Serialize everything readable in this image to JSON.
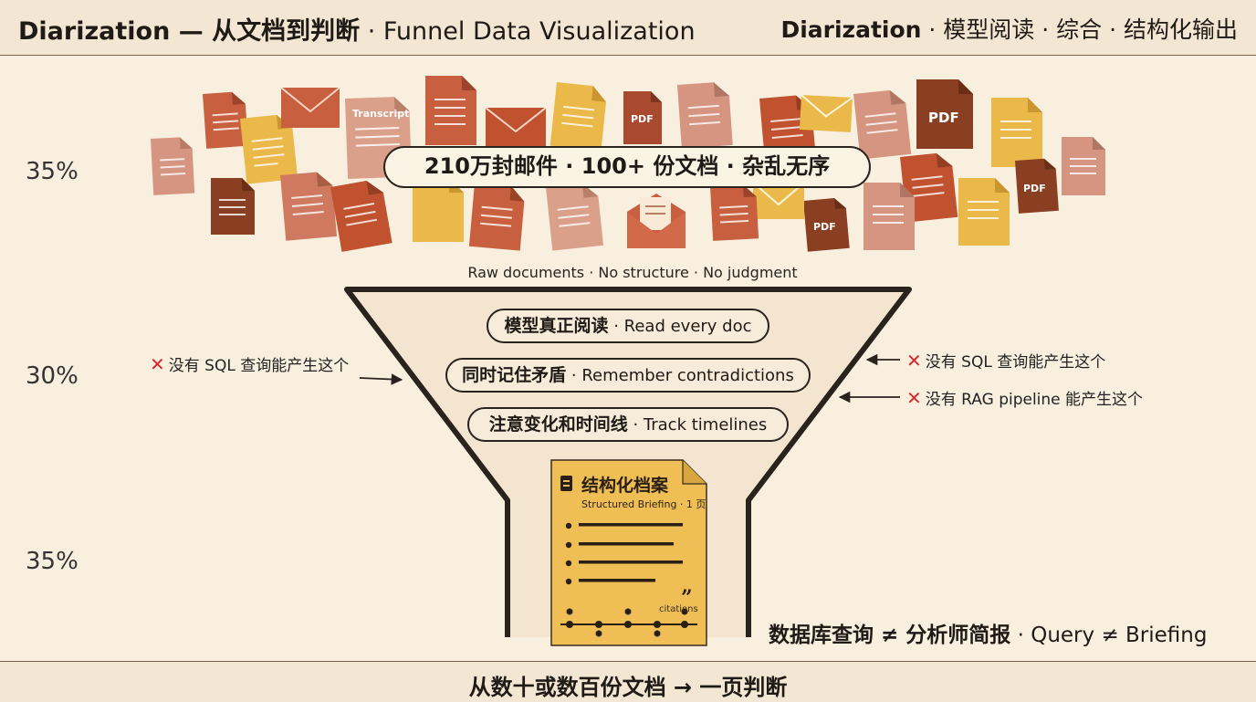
{
  "header": {
    "title_bold": "Diarization — 从文档到判断",
    "title_rest": " · Funnel Data Visualization",
    "right_bold": "Diarization",
    "right_rest": " · 模型阅读 · 综合 · 结构化输出"
  },
  "side_labels": [
    "35%",
    "30%",
    "35%"
  ],
  "top": {
    "banner": "210万封邮件 · 100+ 份文档 · 杂乱无序",
    "caption": "Raw documents · No structure · No judgment",
    "doc_labels": {
      "transcript": "Transcript",
      "pdf": "PDF"
    }
  },
  "funnel": {
    "steps": [
      {
        "zh": "模型真正阅读",
        "en": " · Read every doc"
      },
      {
        "zh": "同时记住矛盾",
        "en": " · Remember contradictions"
      },
      {
        "zh": "注意变化和时间线",
        "en": " · Track timelines"
      }
    ]
  },
  "notes": {
    "left": "没有 SQL 查询能产生这个",
    "right_1": "没有 SQL 查询能产生这个",
    "right_2": "没有 RAG pipeline 能产生这个",
    "mark": "✕"
  },
  "briefing": {
    "title": "结构化档案",
    "subtitle": "Structured Briefing · 1 页",
    "quote": "”",
    "citations": "citations"
  },
  "query_note": {
    "bold": "数据库查询 ≠ 分析师简报",
    "rest": " · Query ≠ Briefing"
  },
  "footer": "从数十或数百份文档 → 一页判断",
  "colors": {
    "background": "#f8efdf",
    "header_bg": "#f3e6d2",
    "doc_red": "#c8603f",
    "doc_rust": "#a94a30",
    "doc_brown": "#8a3f22",
    "doc_pink": "#d59580",
    "doc_yellow": "#eab94a",
    "briefing_fill": "#efbf55",
    "cross_red": "#d8282c"
  }
}
